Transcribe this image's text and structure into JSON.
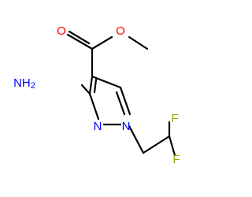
{
  "molecule": {
    "atoms": {
      "O1": {
        "symbol": "O",
        "color": "#ff0000"
      },
      "O2": {
        "symbol": "O",
        "color": "#ff0000"
      },
      "NH2": {
        "symbol": "NH",
        "subscript": "2",
        "color": "#0000ff"
      },
      "N1": {
        "symbol": "N",
        "color": "#0000ff"
      },
      "N2": {
        "symbol": "N",
        "color": "#0000ff"
      },
      "F1": {
        "symbol": "F",
        "color": "#7fb200"
      },
      "F2": {
        "symbol": "F",
        "color": "#7fb200"
      }
    }
  }
}
